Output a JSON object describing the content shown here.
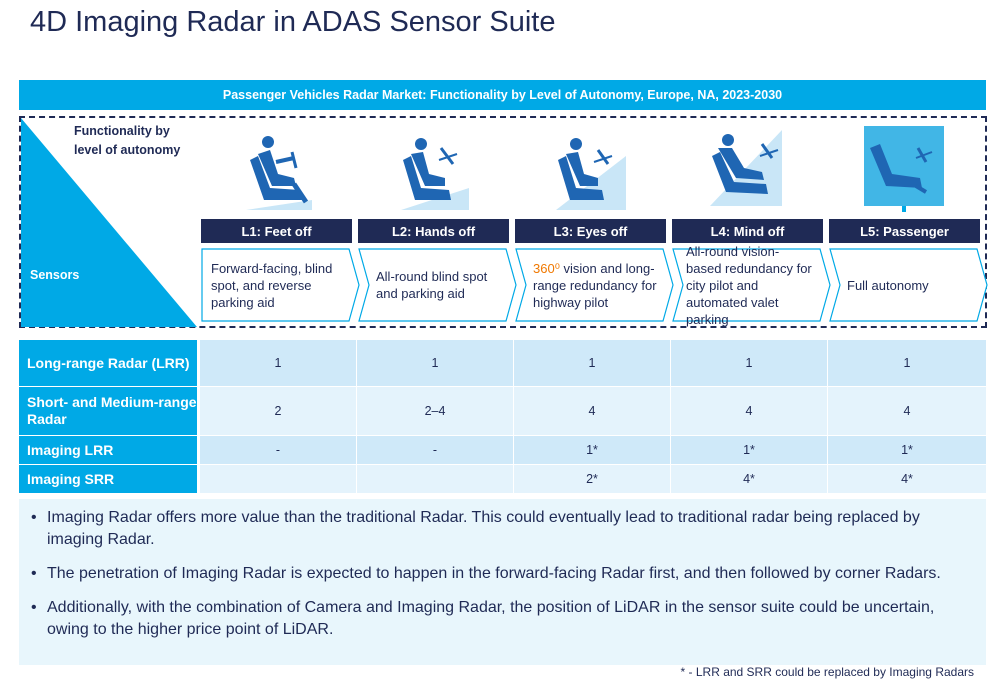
{
  "title": "4D Imaging Radar in ADAS Sensor Suite",
  "banner": "Passenger Vehicles Radar Market: Functionality by Level of Autonomy, Europe, NA, 2023-2030",
  "corner": {
    "top_label": "Functionality by level of autonomy",
    "bottom_label": "Sensors"
  },
  "levels": [
    {
      "name": "L1: Feet off",
      "desc_pre": "",
      "desc_hl": "",
      "desc": "Forward-facing, blind spot, and reverse parking aid",
      "icon": "driver-seat-icon-level-1"
    },
    {
      "name": "L2: Hands off",
      "desc_pre": "",
      "desc_hl": "",
      "desc": "All-round blind spot and parking aid",
      "icon": "driver-seat-icon-level-2"
    },
    {
      "name": "L3: Eyes off",
      "desc_pre": "",
      "desc_hl": "360⁰",
      "desc": " vision and long-range redundancy for highway pilot",
      "icon": "driver-seat-icon-level-3"
    },
    {
      "name": "L4: Mind off",
      "desc_pre": "",
      "desc_hl": "",
      "desc": "All-round vision-based redundancy for city pilot and automated valet parking",
      "icon": "driver-seat-icon-level-4"
    },
    {
      "name": "L5: Passenger",
      "desc_pre": "",
      "desc_hl": "",
      "desc": "Full autonomy",
      "icon": "empty-seat-icon-level-5"
    }
  ],
  "table": {
    "rows": [
      {
        "label": "Long-range Radar (LRR)",
        "values": [
          "1",
          "1",
          "1",
          "1",
          "1"
        ]
      },
      {
        "label": "Short- and Medium-range Radar",
        "values": [
          "2",
          "2–4",
          "4",
          "4",
          "4"
        ]
      },
      {
        "label": "Imaging LRR",
        "values": [
          "-",
          "-",
          "1*",
          "1*",
          "1*"
        ]
      },
      {
        "label": "Imaging SRR",
        "values": [
          "",
          "",
          "2*",
          "4*",
          "4*"
        ]
      }
    ]
  },
  "bullets": [
    "Imaging Radar offers more value than the traditional Radar. This could eventually lead to traditional radar being replaced by imaging Radar.",
    "The penetration of Imaging Radar is expected to happen in the forward-facing Radar first, and then followed by corner Radars.",
    "Additionally, with the combination of Camera and Imaging Radar, the position of LiDAR in the sensor suite could be uncertain, owing to the higher price point of LiDAR."
  ],
  "footnote": "* - LRR and SRR could be replaced by Imaging Radars",
  "colors": {
    "navy": "#1f2a55",
    "accent_blue": "#00a9e6",
    "row_light": "#cfe9f9",
    "row_lighter": "#e4f3fc",
    "highlight_orange": "#f07800"
  }
}
